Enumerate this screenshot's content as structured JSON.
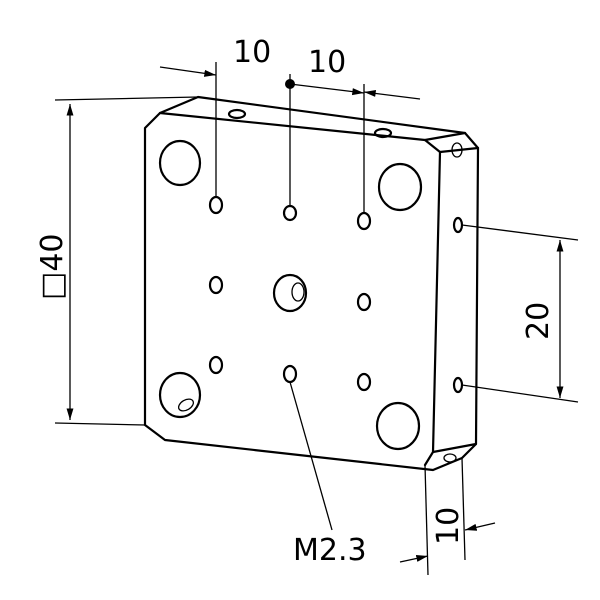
{
  "drawing": {
    "dim_top_left": "10",
    "dim_top_right": "10",
    "dim_side": "□40",
    "dim_right": "20",
    "dim_bottom": "10",
    "thread_callout": "M2.3"
  },
  "colors": {
    "line": "#000000",
    "background": "#ffffff"
  }
}
